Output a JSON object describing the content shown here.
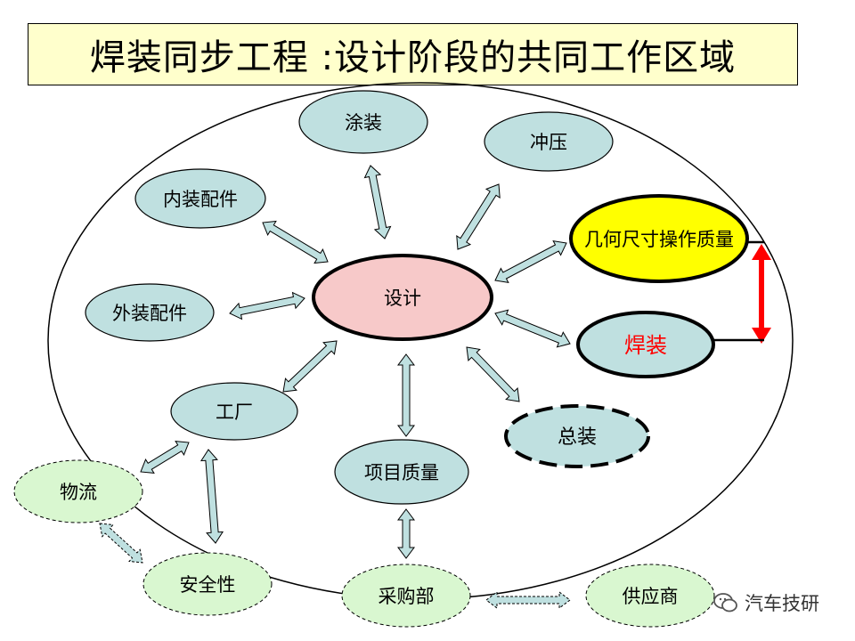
{
  "title": "焊装同步工程 :设计阶段的共同工作区域",
  "nodes": {
    "design": "设计",
    "painting": "涂装",
    "stamping": "冲压",
    "interior": "内装配件",
    "exterior": "外装配件",
    "factory": "工厂",
    "project_quality": "项目质量",
    "geometry": "几何尺寸操作质量",
    "welding": "焊装",
    "assembly": "总装",
    "logistics": "物流",
    "safety": "安全性",
    "purchasing": "采购部",
    "supplier": "供应商"
  },
  "watermark": "汽车技研",
  "colors": {
    "node_fill": "#bfe0e0",
    "design_fill": "#f7c9c9",
    "geometry_fill": "#ffff00",
    "dashed_fill": "#d9f7d0",
    "welding_text": "#ff0000",
    "red_arrow": "#ff0000"
  }
}
